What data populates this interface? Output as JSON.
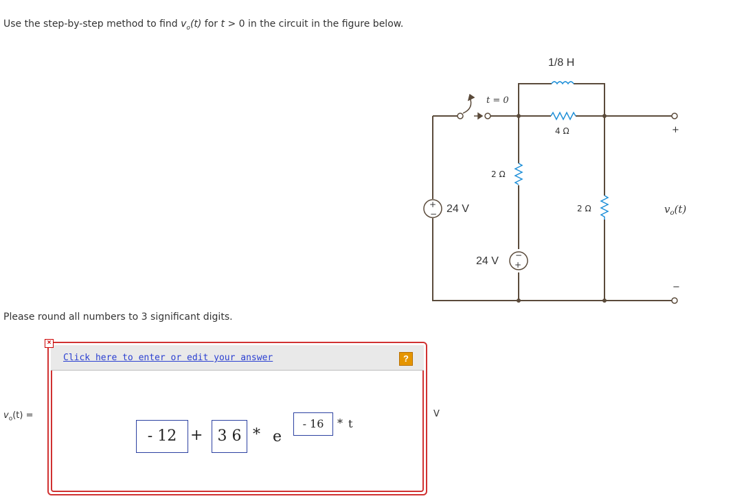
{
  "question": {
    "prefix": "Use the step-by-step method to find ",
    "var_main": "v",
    "var_sub": "o",
    "var_arg": "(t)",
    "middle": " for ",
    "t_var": "t",
    "suffix": " > 0 in the circuit in the figure below."
  },
  "rounding_text": "Please round all numbers to 3 significant digits.",
  "answer": {
    "label_main": "v",
    "label_sub": "o",
    "label_rest": "(t) =",
    "edit_link": "Click here to enter or edit your answer",
    "help_icon": "?",
    "close_icon": "×",
    "expression": {
      "term1": "- 12",
      "plus": "+",
      "term2": "3 6",
      "times1": "*",
      "e": "e",
      "exponent": "- 16",
      "times2": "*",
      "t": "t"
    },
    "unit": "V"
  },
  "circuit": {
    "inductor_label": "1/8 H",
    "switch_label": "t = 0",
    "r_top_label": "4 Ω",
    "r_mid_label": "2 Ω",
    "r_right_label": "2 Ω",
    "source_left_label": "24 V",
    "source_mid_label": "24 V",
    "plus_sign": "+",
    "minus_sign": "−",
    "output_label": "v",
    "output_sub": "o",
    "output_arg": "(t)",
    "source_plus": "+",
    "source_minus": "−"
  },
  "colors": {
    "wire": "#5a4a3a",
    "resistor": "#1e8fd8",
    "answer_border": "#d03030",
    "link": "#2a3fd1",
    "help": "#e59500"
  }
}
